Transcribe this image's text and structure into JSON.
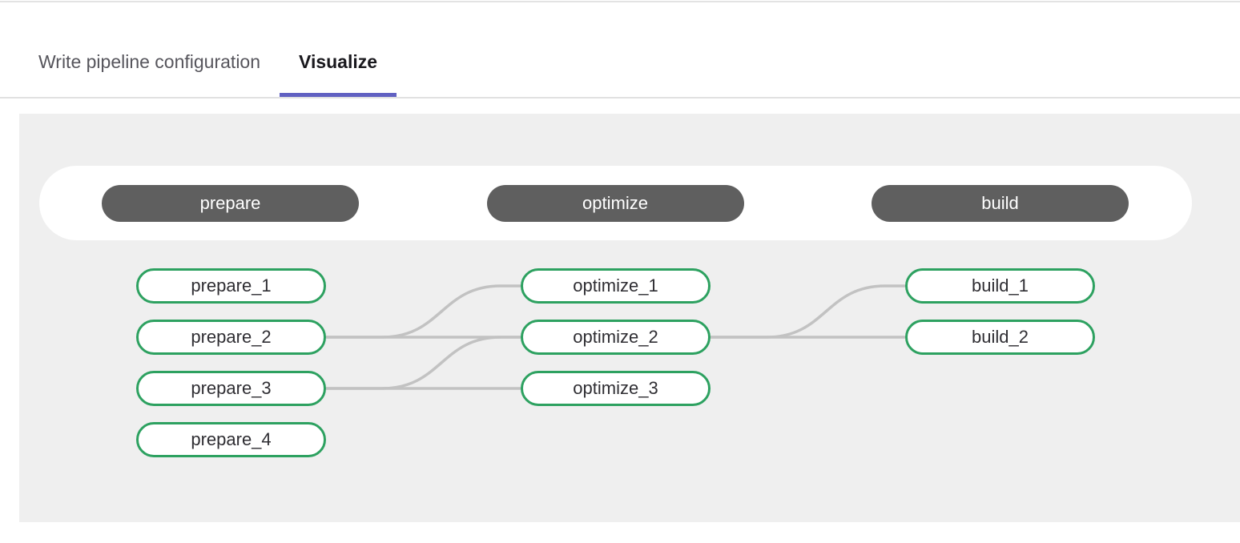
{
  "tabs": [
    {
      "label": "Write pipeline configuration",
      "active": false
    },
    {
      "label": "Visualize",
      "active": true
    }
  ],
  "pipeline": {
    "stages": [
      {
        "name": "prepare",
        "jobs": [
          "prepare_1",
          "prepare_2",
          "prepare_3",
          "prepare_4"
        ]
      },
      {
        "name": "optimize",
        "jobs": [
          "optimize_1",
          "optimize_2",
          "optimize_3"
        ]
      },
      {
        "name": "build",
        "jobs": [
          "build_1",
          "build_2"
        ]
      }
    ],
    "links": [
      {
        "from": "prepare_2",
        "to": "optimize_1"
      },
      {
        "from": "prepare_2",
        "to": "optimize_2"
      },
      {
        "from": "prepare_3",
        "to": "optimize_2"
      },
      {
        "from": "prepare_3",
        "to": "optimize_3"
      },
      {
        "from": "optimize_2",
        "to": "build_1"
      },
      {
        "from": "optimize_2",
        "to": "build_2"
      }
    ]
  },
  "colors": {
    "active_tab_indicator": "#6161c2",
    "stage_pill_background": "#5f5f5f",
    "job_pill_border_green": "#2da160",
    "link_line": "#c2c2c2",
    "panel_background": "#efefef"
  }
}
